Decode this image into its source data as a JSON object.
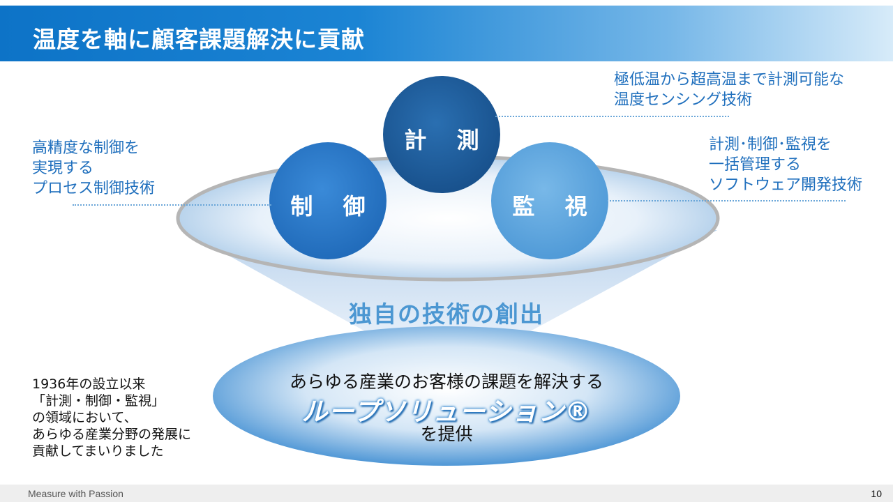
{
  "header": {
    "title": "温度を軸に顧客課題解決に貢献"
  },
  "circles": [
    {
      "label": "計 測",
      "color": "#1d5b9a"
    },
    {
      "label": "制 御",
      "color": "#2a79c9"
    },
    {
      "label": "監 視",
      "color": "#5ea7e0"
    }
  ],
  "callouts": {
    "top_right": "極低温から超高温まで計測可能な\n温度センシング技術",
    "left": "高精度な制御を\n実現する\nプロセス制御技術",
    "right": "計測･制御･監視を\n一括管理する\nソフトウェア開発技術"
  },
  "center_headline": "独自の技術の創出",
  "solution": {
    "line1": "あらゆる産業のお客様の課題を解決する",
    "name": "ループソリューション®",
    "line3": "を提供"
  },
  "history_note": "1936年の設立以来\n「計測・制御・監視」\nの領域において、\nあらゆる産業分野の発展に\n貢献してまいりました",
  "footer": {
    "tagline": "Measure with Passion",
    "page": "10"
  },
  "colors": {
    "brand_blue": "#0d73c7",
    "text_blue": "#1f6fbd"
  }
}
